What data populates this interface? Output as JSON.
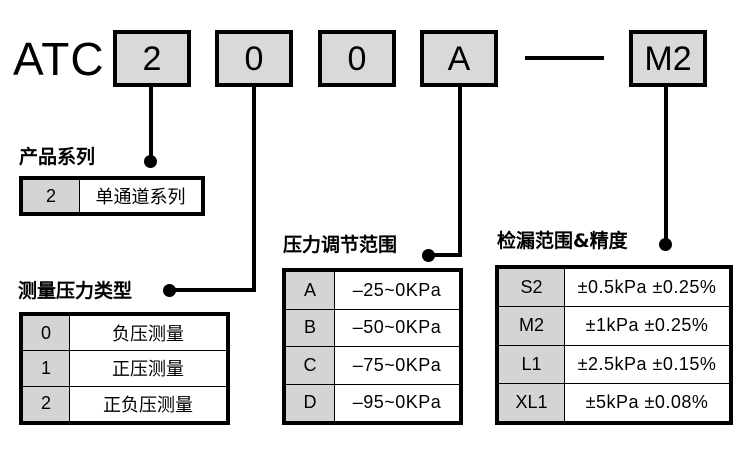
{
  "model": {
    "prefix": "ATC",
    "segments": [
      {
        "value": "2"
      },
      {
        "value": "0"
      },
      {
        "value": "0"
      },
      {
        "value": "A"
      },
      {
        "value": "M2"
      }
    ],
    "separator": "—"
  },
  "sections": [
    {
      "title": "产品系列",
      "rows": [
        {
          "code": "2",
          "desc": "单通道系列"
        }
      ]
    },
    {
      "title": "测量压力类型",
      "rows": [
        {
          "code": "0",
          "desc": "负压测量"
        },
        {
          "code": "1",
          "desc": "正压测量"
        },
        {
          "code": "2",
          "desc": "正负压测量"
        }
      ]
    },
    {
      "title": "压力调节范围",
      "rows": [
        {
          "code": "A",
          "desc": "–25~0KPa"
        },
        {
          "code": "B",
          "desc": "–50~0KPa"
        },
        {
          "code": "C",
          "desc": "–75~0KPa"
        },
        {
          "code": "D",
          "desc": "–95~0KPa"
        }
      ]
    },
    {
      "title": "检漏范围&精度",
      "rows": [
        {
          "code": "S2",
          "desc": "±0.5kPa ±0.25%"
        },
        {
          "code": "M2",
          "desc": "±1kPa ±0.25%"
        },
        {
          "code": "L1",
          "desc": "±2.5kPa ±0.15%"
        },
        {
          "code": "XL1",
          "desc": "±5kPa ±0.08%"
        }
      ]
    }
  ],
  "colors": {
    "box_fill": "#d9d9d9",
    "code_cell_fill": "#d4d4d4",
    "line": "#000000",
    "background": "#ffffff"
  }
}
